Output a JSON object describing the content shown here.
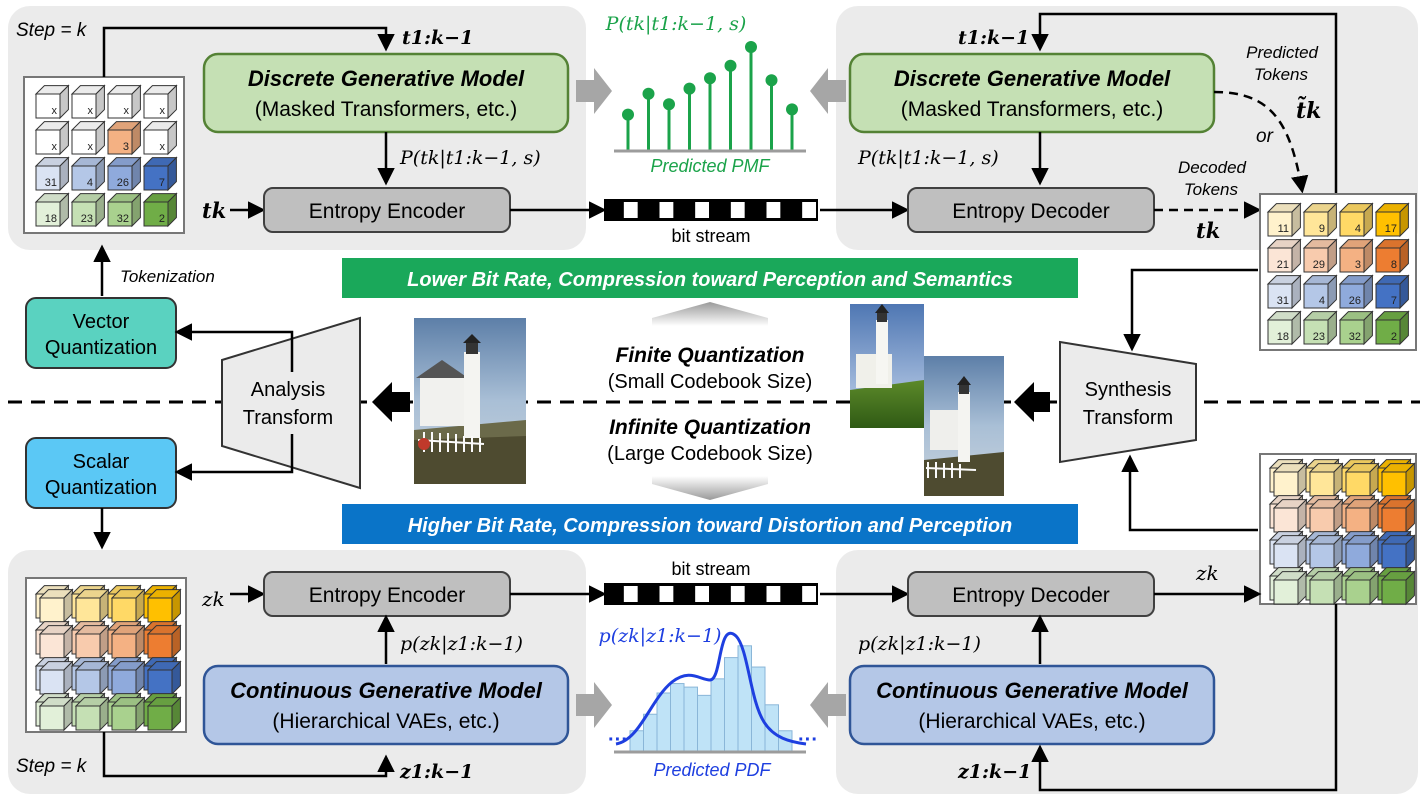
{
  "top": {
    "step_label": "Step = k",
    "t_prev_in": "t1:k−1",
    "t_prev_dec": "t1:k−1",
    "model_title": "Discrete Generative Model",
    "model_sub": "(Masked Transformers, etc.)",
    "cond_prob_left": "P(tk|t1:k−1, s)",
    "cond_prob_right": "P(tk|t1:k−1, s)",
    "pmf_formula": "P(tk|t1:k−1, s)",
    "pmf_label": "Predicted PMF",
    "pmf_values": [
      0.35,
      0.55,
      0.45,
      0.6,
      0.7,
      0.82,
      1.0,
      0.68,
      0.4
    ],
    "tk_input": "tk",
    "tk_output": "tk",
    "encoder": "Entropy Encoder",
    "decoder": "Entropy Decoder",
    "bitstream": "bit stream",
    "predicted_tokens": [
      "Predicted",
      "Tokens"
    ],
    "tilde_tk": "t̃k",
    "or": "or",
    "decoded_tokens": [
      "Decoded",
      "Tokens"
    ]
  },
  "token_grid_left": [
    [
      "x",
      "x",
      "x",
      "x"
    ],
    [
      "x",
      "x",
      "3",
      "x"
    ],
    [
      "31",
      "4",
      "26",
      "7"
    ],
    [
      "18",
      "23",
      "32",
      "2"
    ]
  ],
  "token_grid_right": [
    [
      "11",
      "9",
      "4",
      "17"
    ],
    [
      "21",
      "29",
      "3",
      "8"
    ],
    [
      "31",
      "4",
      "26",
      "7"
    ],
    [
      "18",
      "23",
      "32",
      "2"
    ]
  ],
  "middle": {
    "tokenization": "Tokenization",
    "vq": [
      "Vector",
      "Quantization"
    ],
    "sq": [
      "Scalar",
      "Quantization"
    ],
    "analysis": [
      "Analysis",
      "Transform"
    ],
    "synthesis": [
      "Synthesis",
      "Transform"
    ],
    "banner_top": "Lower Bit Rate, Compression toward Perception and Semantics",
    "banner_bottom": "Higher Bit Rate, Compression toward Distortion and Perception",
    "finite_title": "Finite Quantization",
    "finite_sub": "(Small Codebook Size)",
    "infinite_title": "Infinite Quantization",
    "infinite_sub": "(Large Codebook Size)"
  },
  "bottom": {
    "step_label": "Step = k",
    "zk_in": "zk",
    "zk_out": "zk",
    "z_prev_in": "z1:k−1",
    "z_prev_dec": "z1:k−1",
    "encoder": "Entropy Encoder",
    "decoder": "Entropy Decoder",
    "bitstream": "bit stream",
    "cond_prob_left": "p(zk|z1:k−1)",
    "cond_prob_right": "p(zk|z1:k−1)",
    "pdf_formula": "p(zk|z1:k−1)",
    "pdf_label": "Predicted PDF",
    "model_title": "Continuous Generative Model",
    "model_sub": "(Hierarchical VAEs, etc.)",
    "pdf_hist": [
      0.18,
      0.32,
      0.5,
      0.58,
      0.55,
      0.48,
      0.62,
      0.8,
      0.9,
      0.72,
      0.4,
      0.18
    ]
  },
  "colors": {
    "green_model": "#c5e0b4",
    "green_border": "#548235",
    "blue_model": "#b4c7e7",
    "blue_border": "#2f5597",
    "panel": "#ebebeb",
    "vq": "#5ad2c0",
    "sq": "#5bc8f5",
    "banner_top": "#1aa85a",
    "banner_bottom": "#0a74c8",
    "pmf": "#1ba34a",
    "pdf": "#1e3fe0"
  }
}
